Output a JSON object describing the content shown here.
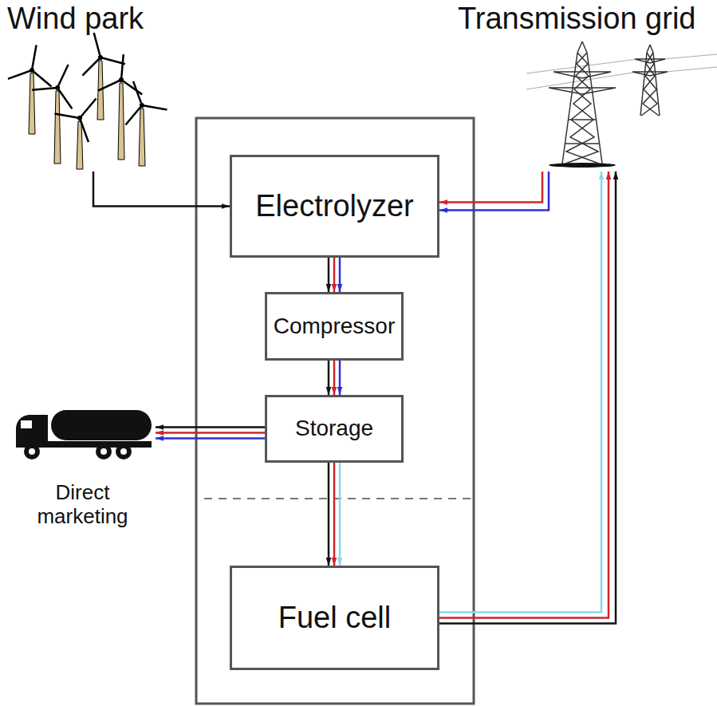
{
  "diagram": {
    "nodes": [
      {
        "text": [
          "Wind park"
        ]
      },
      {
        "text": [
          "Transmission grid"
        ]
      },
      {
        "text": [
          "Electrolyzer"
        ]
      },
      {
        "text": [
          "Compressor"
        ]
      },
      {
        "text": [
          "Storage"
        ]
      },
      {
        "text": [
          "Direct marketing"
        ]
      },
      {
        "text": [
          "Fuel cell"
        ]
      }
    ],
    "edges": [
      {
        "from": 0,
        "to": 2,
        "arrow": "to"
      },
      {
        "from": 1,
        "to": 2,
        "arrow": "to"
      },
      {
        "from": 2,
        "to": 3,
        "arrow": "to"
      },
      {
        "from": 3,
        "to": 4,
        "arrow": "to"
      },
      {
        "from": 4,
        "to": 5,
        "arrow": "to"
      },
      {
        "from": 4,
        "to": 6,
        "arrow": "to"
      },
      {
        "from": 6,
        "to": 1,
        "arrow": "to"
      }
    ]
  }
}
